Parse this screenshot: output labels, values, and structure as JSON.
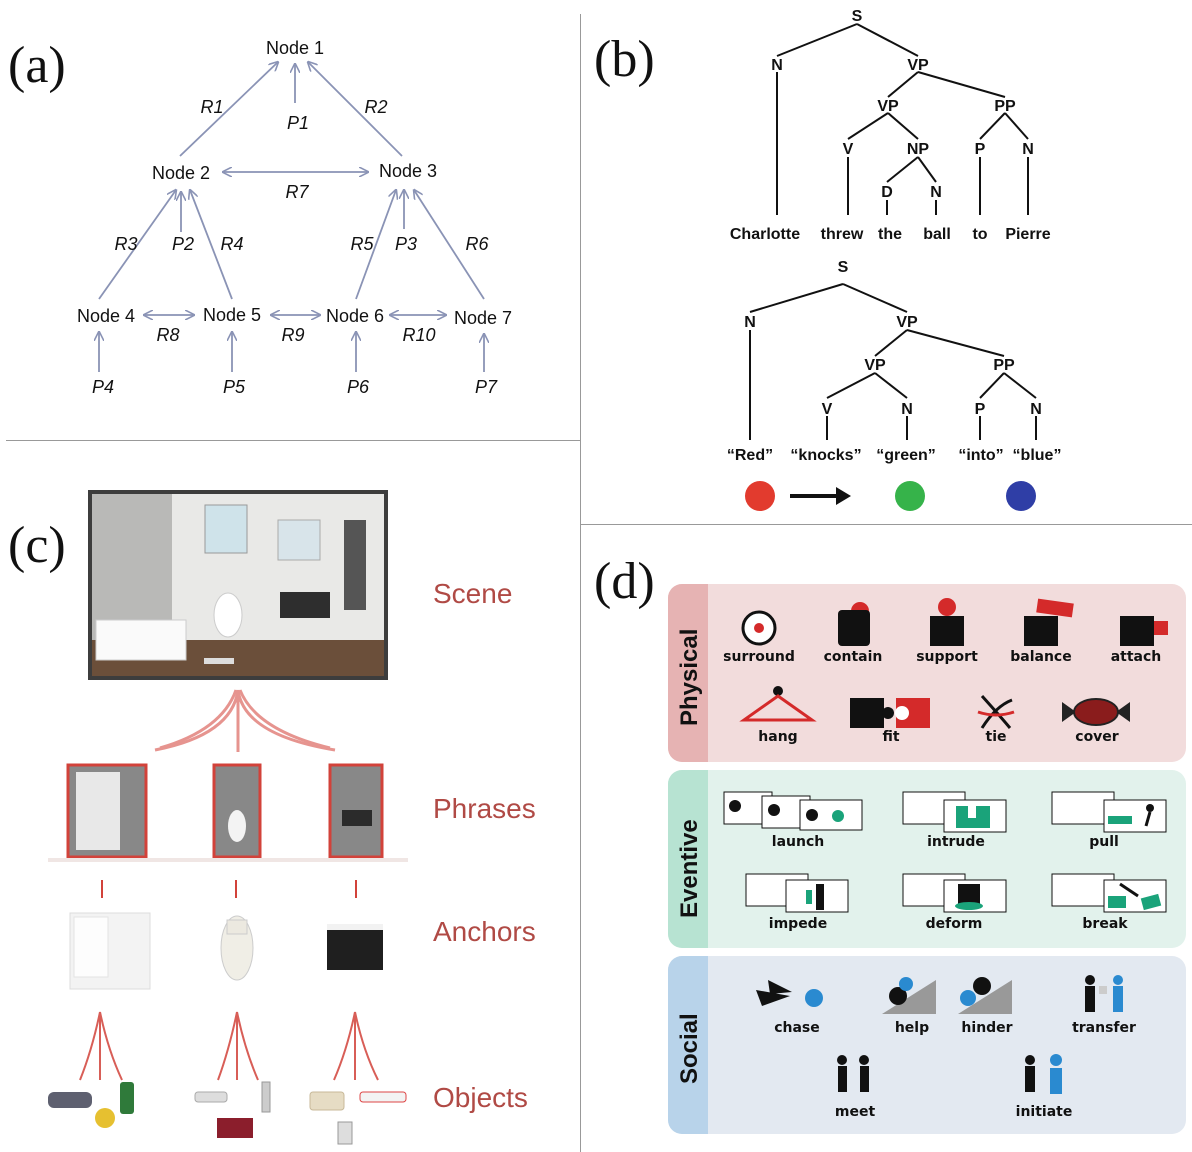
{
  "panel_a": {
    "label": "(a)",
    "nodes": {
      "n1": "Node 1",
      "n2": "Node 2",
      "n3": "Node 3",
      "n4": "Node 4",
      "n5": "Node 5",
      "n6": "Node 6",
      "n7": "Node 7"
    },
    "relations": {
      "r1": "R1",
      "r2": "R2",
      "r3": "R3",
      "r4": "R4",
      "r5": "R5",
      "r6": "R6",
      "r7": "R7",
      "r8": "R8",
      "r9": "R9",
      "r10": "R10"
    },
    "params": {
      "p1": "P1",
      "p2": "P2",
      "p3": "P3",
      "p4": "P4",
      "p5": "P5",
      "p6": "P6",
      "p7": "P7"
    },
    "edge_color": "#8a93b5"
  },
  "panel_b": {
    "label": "(b)",
    "tree1": {
      "labels": {
        "s": "S",
        "n": "N",
        "vp": "VP",
        "vp2": "VP",
        "pp": "PP",
        "v": "V",
        "np": "NP",
        "p": "P",
        "n2": "N",
        "d": "D",
        "n3": "N"
      },
      "words": [
        "Charlotte",
        "threw",
        "the",
        "ball",
        "to",
        "Pierre"
      ]
    },
    "tree2": {
      "labels": {
        "s": "S",
        "n": "N",
        "vp": "VP",
        "vp2": "VP",
        "pp": "PP",
        "v": "V",
        "n2": "N",
        "p": "P",
        "n3": "N"
      },
      "words": [
        "“Red”",
        "“knocks”",
        "“green”",
        "“into”",
        "“blue”"
      ]
    },
    "ball_colors": {
      "red": "#e23b2e",
      "green": "#36b34a",
      "blue": "#2f3ea6"
    }
  },
  "panel_c": {
    "label": "(c)",
    "layers": {
      "scene": "Scene",
      "phrases": "Phrases",
      "anchors": "Anchors",
      "objects": "Objects"
    },
    "accent": "#b04a45"
  },
  "panel_d": {
    "label": "(d)",
    "groups": {
      "physical": {
        "title": "Physical",
        "items": [
          "surround",
          "contain",
          "support",
          "balance",
          "attach",
          "hang",
          "fit",
          "tie",
          "cover"
        ],
        "bg": "#f2dcdc",
        "side": "#e6b3b3"
      },
      "eventive": {
        "title": "Eventive",
        "items": [
          "launch",
          "intrude",
          "pull",
          "impede",
          "deform",
          "break"
        ],
        "bg": "#e2f2ec",
        "side": "#b7e3d2"
      },
      "social": {
        "title": "Social",
        "items": [
          "chase",
          "help",
          "hinder",
          "transfer",
          "meet",
          "initiate"
        ],
        "bg": "#e3e9f1",
        "side": "#b8d3ea"
      }
    },
    "accent_red": "#d42a2a",
    "accent_green": "#1aa37a",
    "accent_blue": "#2a8ad0"
  }
}
